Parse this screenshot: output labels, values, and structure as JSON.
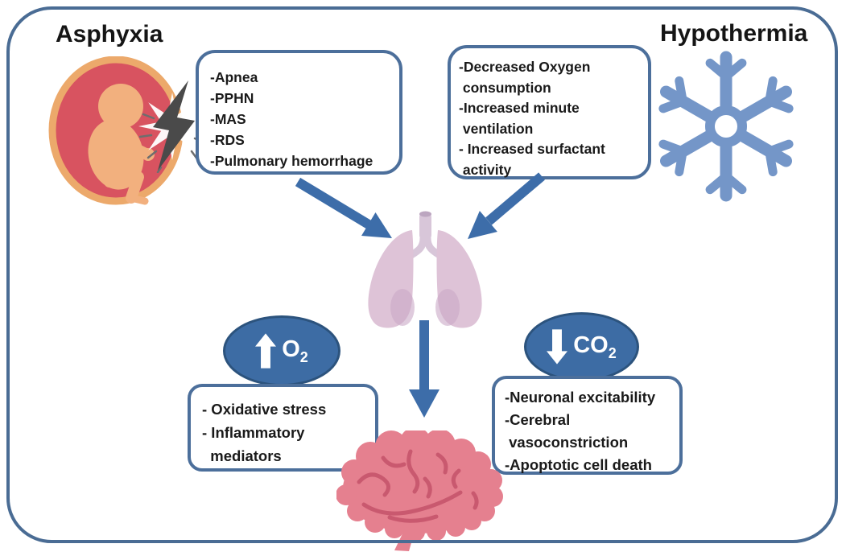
{
  "diagram": {
    "titles": {
      "left": "Asphyxia",
      "right": "Hypothermia"
    },
    "asphyxia_box": {
      "lines": [
        "-Apnea",
        "-PPHN",
        "-MAS",
        "-RDS",
        "-Pulmonary hemorrhage"
      ]
    },
    "hypothermia_box": {
      "lines": [
        "-Decreased Oxygen",
        " consumption",
        "-Increased minute",
        " ventilation",
        "- Increased surfactant",
        " activity"
      ]
    },
    "o2_bubble": {
      "direction": "up",
      "gas": "O",
      "subscript": "2"
    },
    "co2_bubble": {
      "direction": "down",
      "gas": "CO",
      "subscript": "2"
    },
    "o2_box": {
      "lines": [
        "- Oxidative stress",
        "- Inflammatory",
        "  mediators"
      ]
    },
    "co2_box": {
      "lines": [
        "-Neuronal excitability",
        "-Cerebral",
        " vasoconstriction",
        "-Apoptotic cell death"
      ]
    },
    "icons": {
      "asphyxia": "fetus-with-lightning-icon",
      "hypothermia": "snowflake-icon",
      "center": "lungs-icon",
      "bottom": "brain-icon"
    },
    "colors": {
      "frame_border": "#4a6c94",
      "box_border": "#4c6f9b",
      "arrow_blue": "#3d6da9",
      "bubble_fill": "#3d6ca4",
      "bubble_border": "#2c537d",
      "snowflake": "#7496c8",
      "lungs": "#dec3d7",
      "lungs_shade": "#c9a8c6",
      "trachea": "#d8c6d9",
      "brain": "#e5808f",
      "brain_lines": "#c9596f",
      "womb_red": "#d85360",
      "womb_rim": "#eca96b",
      "fetus_skin": "#f2b07e",
      "lightning": "#4a4a4a",
      "text": "#1a1a1a"
    }
  }
}
